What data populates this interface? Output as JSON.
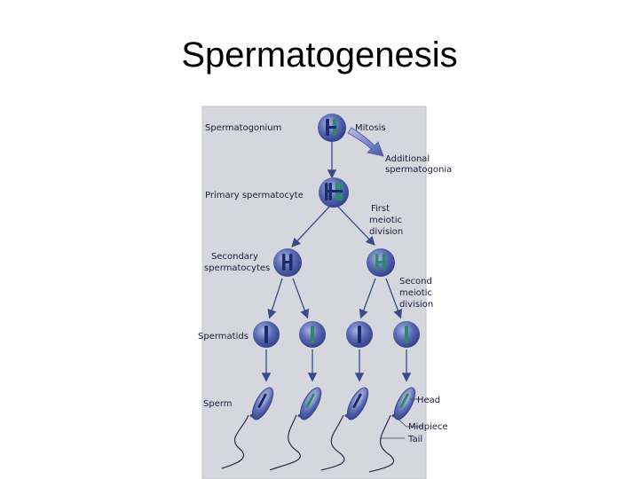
{
  "slide": {
    "title": "Spermatogenesis"
  },
  "diagram": {
    "labels": {
      "spermatogonium": "Spermatogonium",
      "mitosis": "Mitosis",
      "additional_1": "Additional",
      "additional_2": "spermatogonia",
      "primary": "Primary spermatocyte",
      "first_1": "First",
      "first_2": "meiotic",
      "first_3": "division",
      "secondary_1": "Secondary",
      "secondary_2": "spermatocytes",
      "second_1": "Second",
      "second_2": "meiotic",
      "second_3": "division",
      "spermatids": "Spermatids",
      "sperm": "Sperm",
      "head": "Head",
      "midpiece": "Midpiece",
      "tail": "Tail"
    },
    "colors": {
      "panel": "#d4d5dc",
      "cell": "#4f5fa6",
      "cell_light": "#9aa6d8",
      "chromosome_dark": "#1a2a6a",
      "chromosome_green": "#2a8a6a",
      "arrow": "#3a4a8a",
      "callout": "#5566b0"
    }
  }
}
